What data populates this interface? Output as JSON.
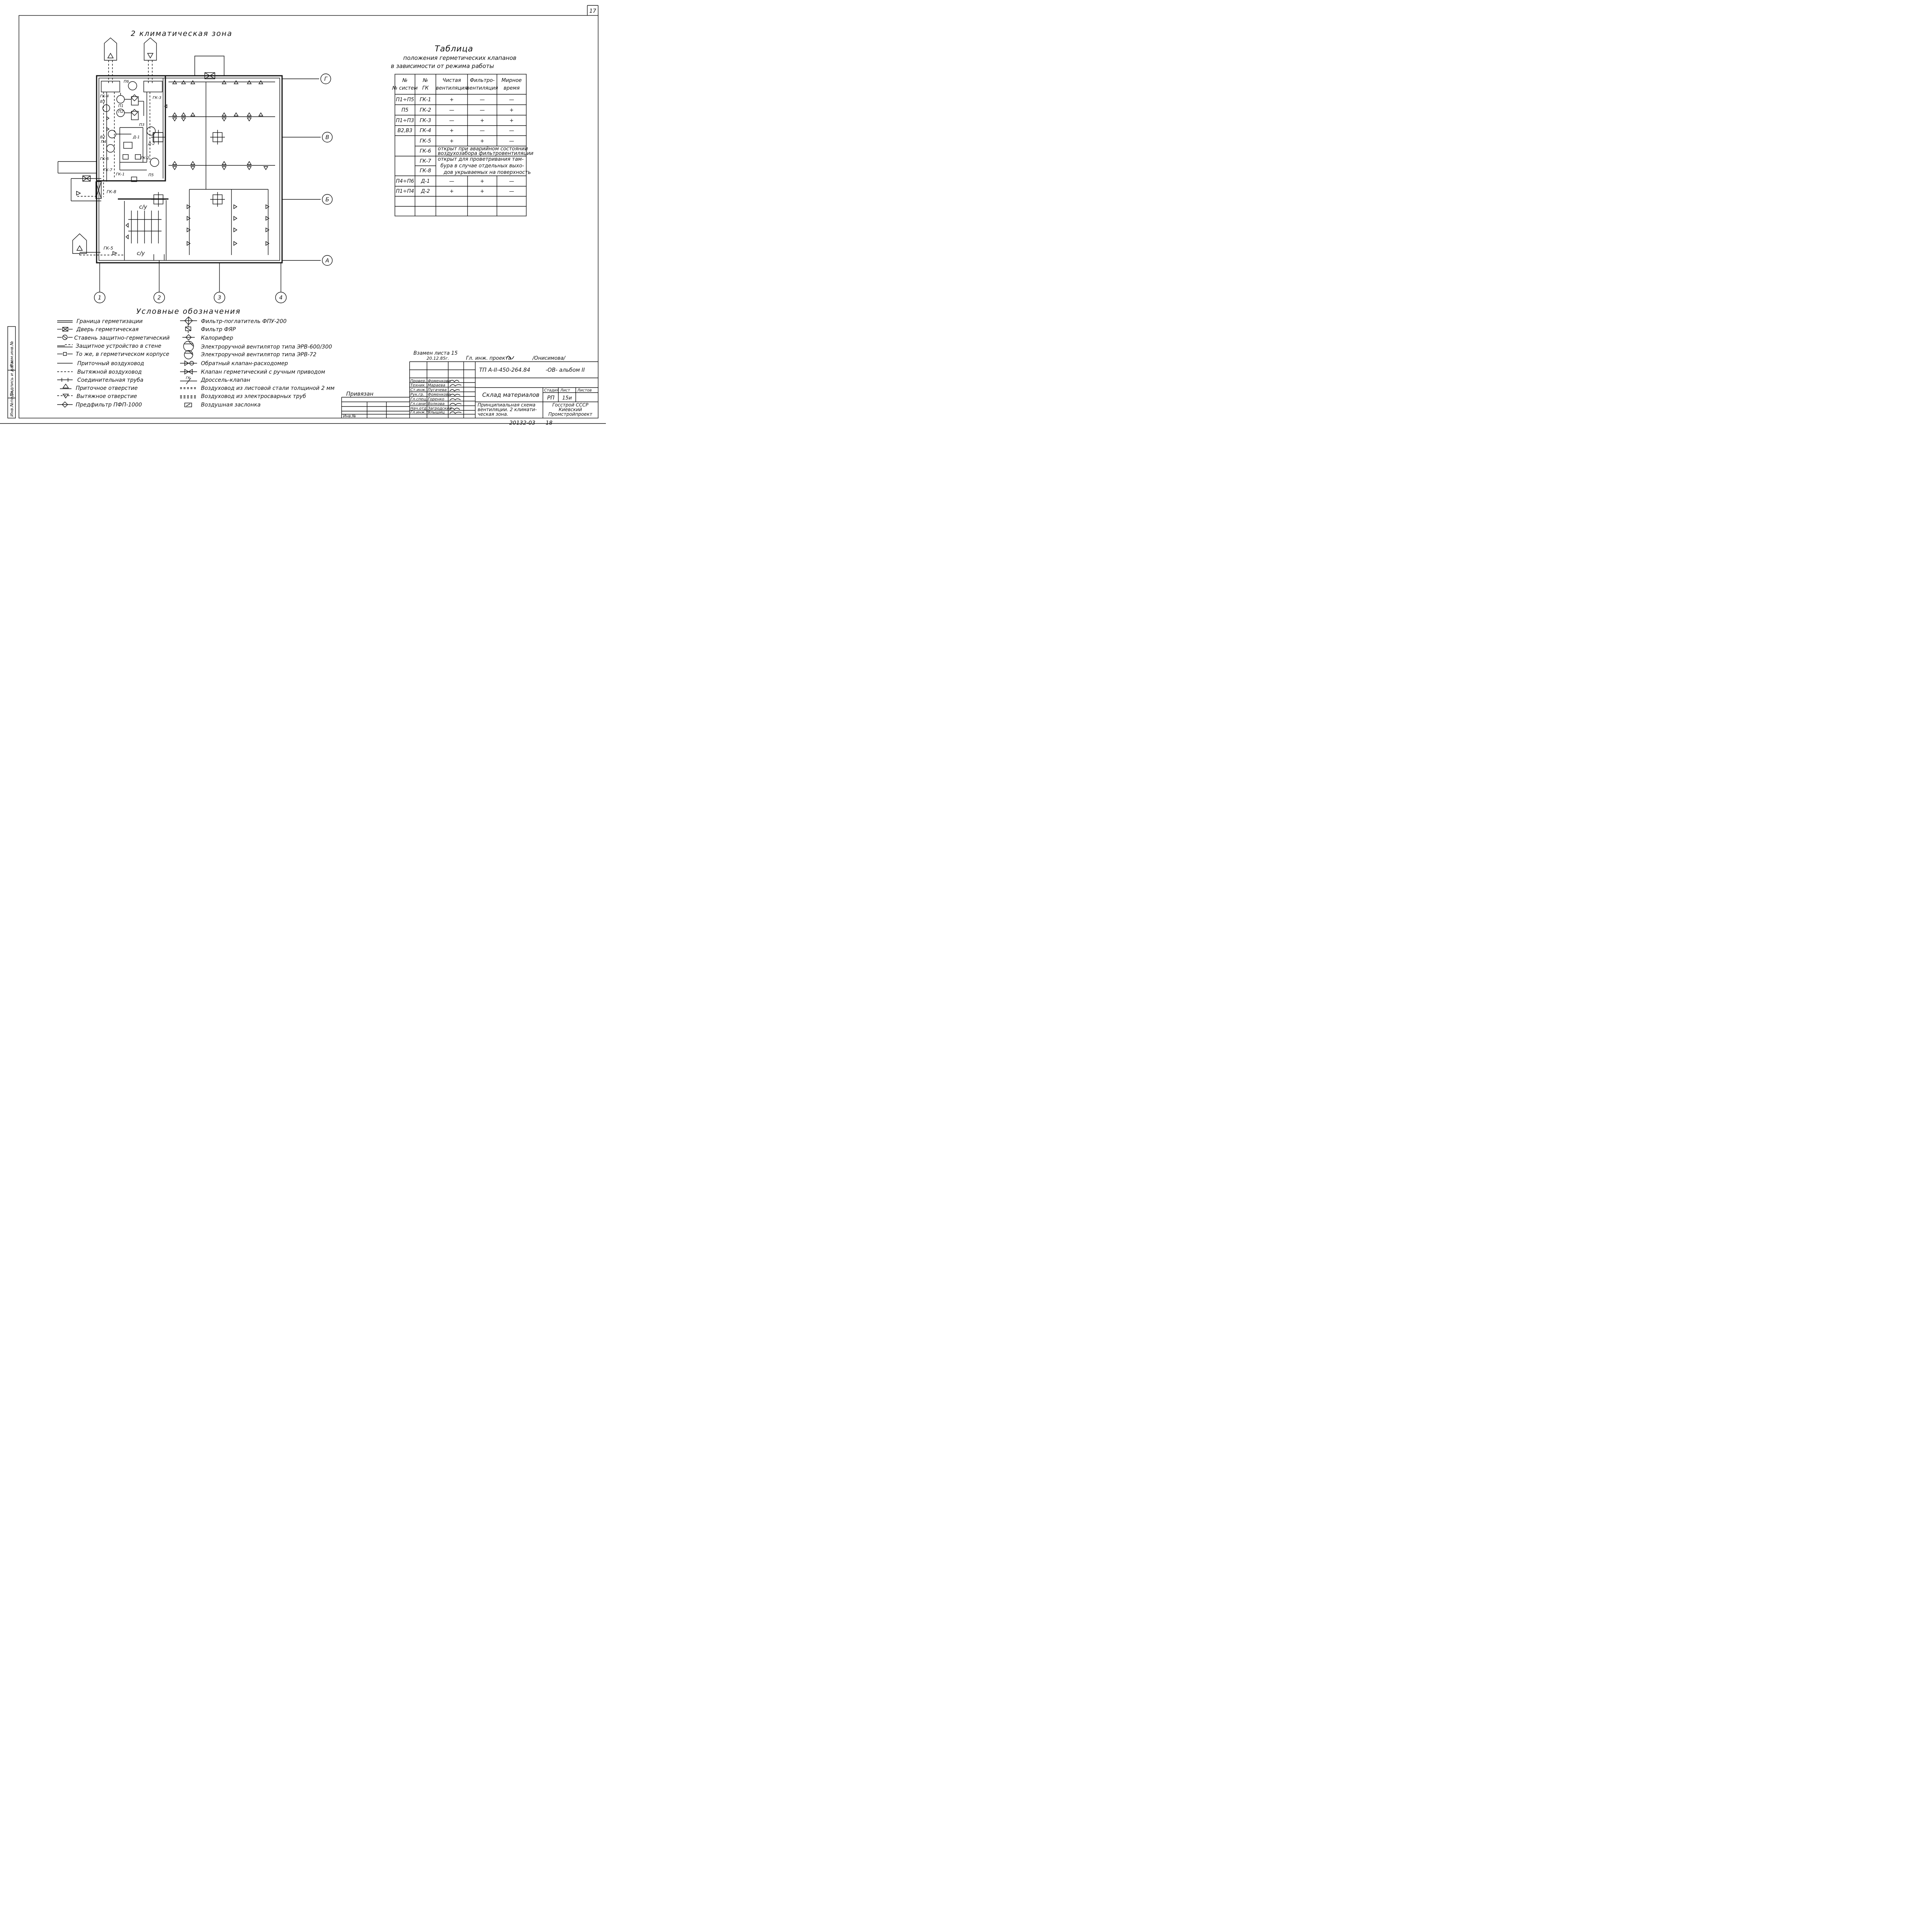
{
  "sheet_number": "17",
  "drawing_title": "2 климатическая зона",
  "table": {
    "title": "Таблица",
    "subtitle_1": "положения герметических клапанов",
    "subtitle_2": "в зависимости от режима работы",
    "headers": [
      "№ систем",
      "№ ГК",
      "Чистая вентиляция",
      "Фильтро-вентиляция",
      "Мирное время"
    ],
    "rows": [
      [
        "П1÷П5",
        "ГК-1",
        "+",
        "—",
        "—"
      ],
      [
        "П5",
        "ГК-2",
        "—",
        "—",
        "+"
      ],
      [
        "П1÷П3",
        "ГК-3",
        "—",
        "+",
        "+"
      ],
      [
        "В2,В3",
        "ГК-4",
        "+",
        "—",
        "—"
      ],
      [
        "",
        "ГК-5",
        "+",
        "+",
        "—"
      ],
      [
        "",
        "ГК-6",
        "открыт при аварийном состоянии воздухозабора фильтровентиляции",
        "",
        ""
      ],
      [
        "",
        "ГК-7",
        "открыт для проветривания тамбура в случае отдельных выходов укрываемых на поверхность",
        "",
        ""
      ],
      [
        "",
        "ГК-8",
        "",
        "",
        ""
      ],
      [
        "П4÷П6",
        "Д-1",
        "—",
        "+",
        "—"
      ],
      [
        "П1÷П4",
        "Д-2",
        "+",
        "+",
        "—"
      ],
      [
        "",
        "",
        "",
        "",
        ""
      ],
      [
        "",
        "",
        "",
        "",
        ""
      ]
    ],
    "merged_note_1": [
      "открыт при аварийном состоянии",
      "воздухозабора фильтровентиляции"
    ],
    "merged_note_2": [
      "открыт для проветривания там-",
      "бура в случае отдельных выхо-",
      "дов укрываемых на поверхность"
    ]
  },
  "plan": {
    "axes_rows": [
      "Г",
      "В",
      "Б",
      "А"
    ],
    "axes_cols": [
      "1",
      "2",
      "3",
      "4"
    ],
    "room_labels": [
      "с/у",
      "с/у"
    ],
    "equipment_labels": [
      "П6",
      "ГК-4",
      "В3",
      "ГК-3",
      "П1",
      "П2",
      "П3",
      "Д-1",
      "В2",
      "П4",
      "Д-2",
      "ГК-6",
      "ГК-2",
      "ГК-7",
      "ГК-1",
      "П5",
      "ГК-8",
      "ГК-5"
    ]
  },
  "legend": {
    "title": "Условные обозначения",
    "left": [
      "Граница герметизации",
      "Дверь герметическая",
      "Ставень защитно-герметический",
      "Защитное устройство в стене",
      "То же, в герметическом корпусе",
      "Приточный воздуховод",
      "Вытяжной воздуховод",
      "Соединительная труба",
      "Приточное отверстие",
      "Вытяжное отверстие",
      "Предфильтр ПФП-1000"
    ],
    "right": [
      "Фильтр-поглатитель ФПУ-200",
      "Фильтр ФЯР",
      "Калорифер",
      "Электроручной вентилятор типа ЭРВ-600/300",
      "Электроручной вентилятор типа ЭРВ-72",
      "Обратный клапан-расходомер",
      "Клапан герметический с ручным приводом",
      "Дроссель-клапан",
      "Воздуховод из листовой стали толщиной 2 мм",
      "Воздуховод из электросварных труб",
      "Воздушная заслонка"
    ],
    "gk_small": "ГК"
  },
  "stamp": {
    "replaced_note": "Взамен листа 15",
    "replaced_date": "20.12.85г.",
    "chief_engineer_label": "Гл. инж. проекта",
    "chief_engineer_name": "/Онисимова/",
    "doc_code": "ТП А-II-450-264.84",
    "album": "-ОВ- альбом II",
    "roles": [
      "Провер.",
      "Техник",
      "Ст.инж.",
      "Рук.гр.",
      "Гл.спец.",
      "Гл.санит.",
      "Нач.отд.",
      "Гл.инж.т."
    ],
    "names": [
      "Фоменкова",
      "Мараева",
      "Пугачева",
      "Фоменкова",
      "Горенко",
      "Волкова",
      "Загродский",
      "Ялышиц"
    ],
    "privyazan": "Привязан",
    "inv_no": "Инв.№",
    "object_name": "Склад материалов",
    "sheet_title": [
      "Принципиальная схема",
      "вентиляции. 2 климати-",
      "ческая зона."
    ],
    "col_stage": "Стадия",
    "col_sheet": "Лист",
    "col_sheets": "Листов",
    "stage": "РП",
    "sheet": "15и",
    "org": [
      "Госстрой СССР",
      "Киевский",
      "Промстройпроект"
    ],
    "bottom_code": "20132-03",
    "bottom_sheet": "18"
  },
  "side_stamp": [
    "Инв.№подл.",
    "Подпись и дата",
    "Взам.инв.№"
  ]
}
